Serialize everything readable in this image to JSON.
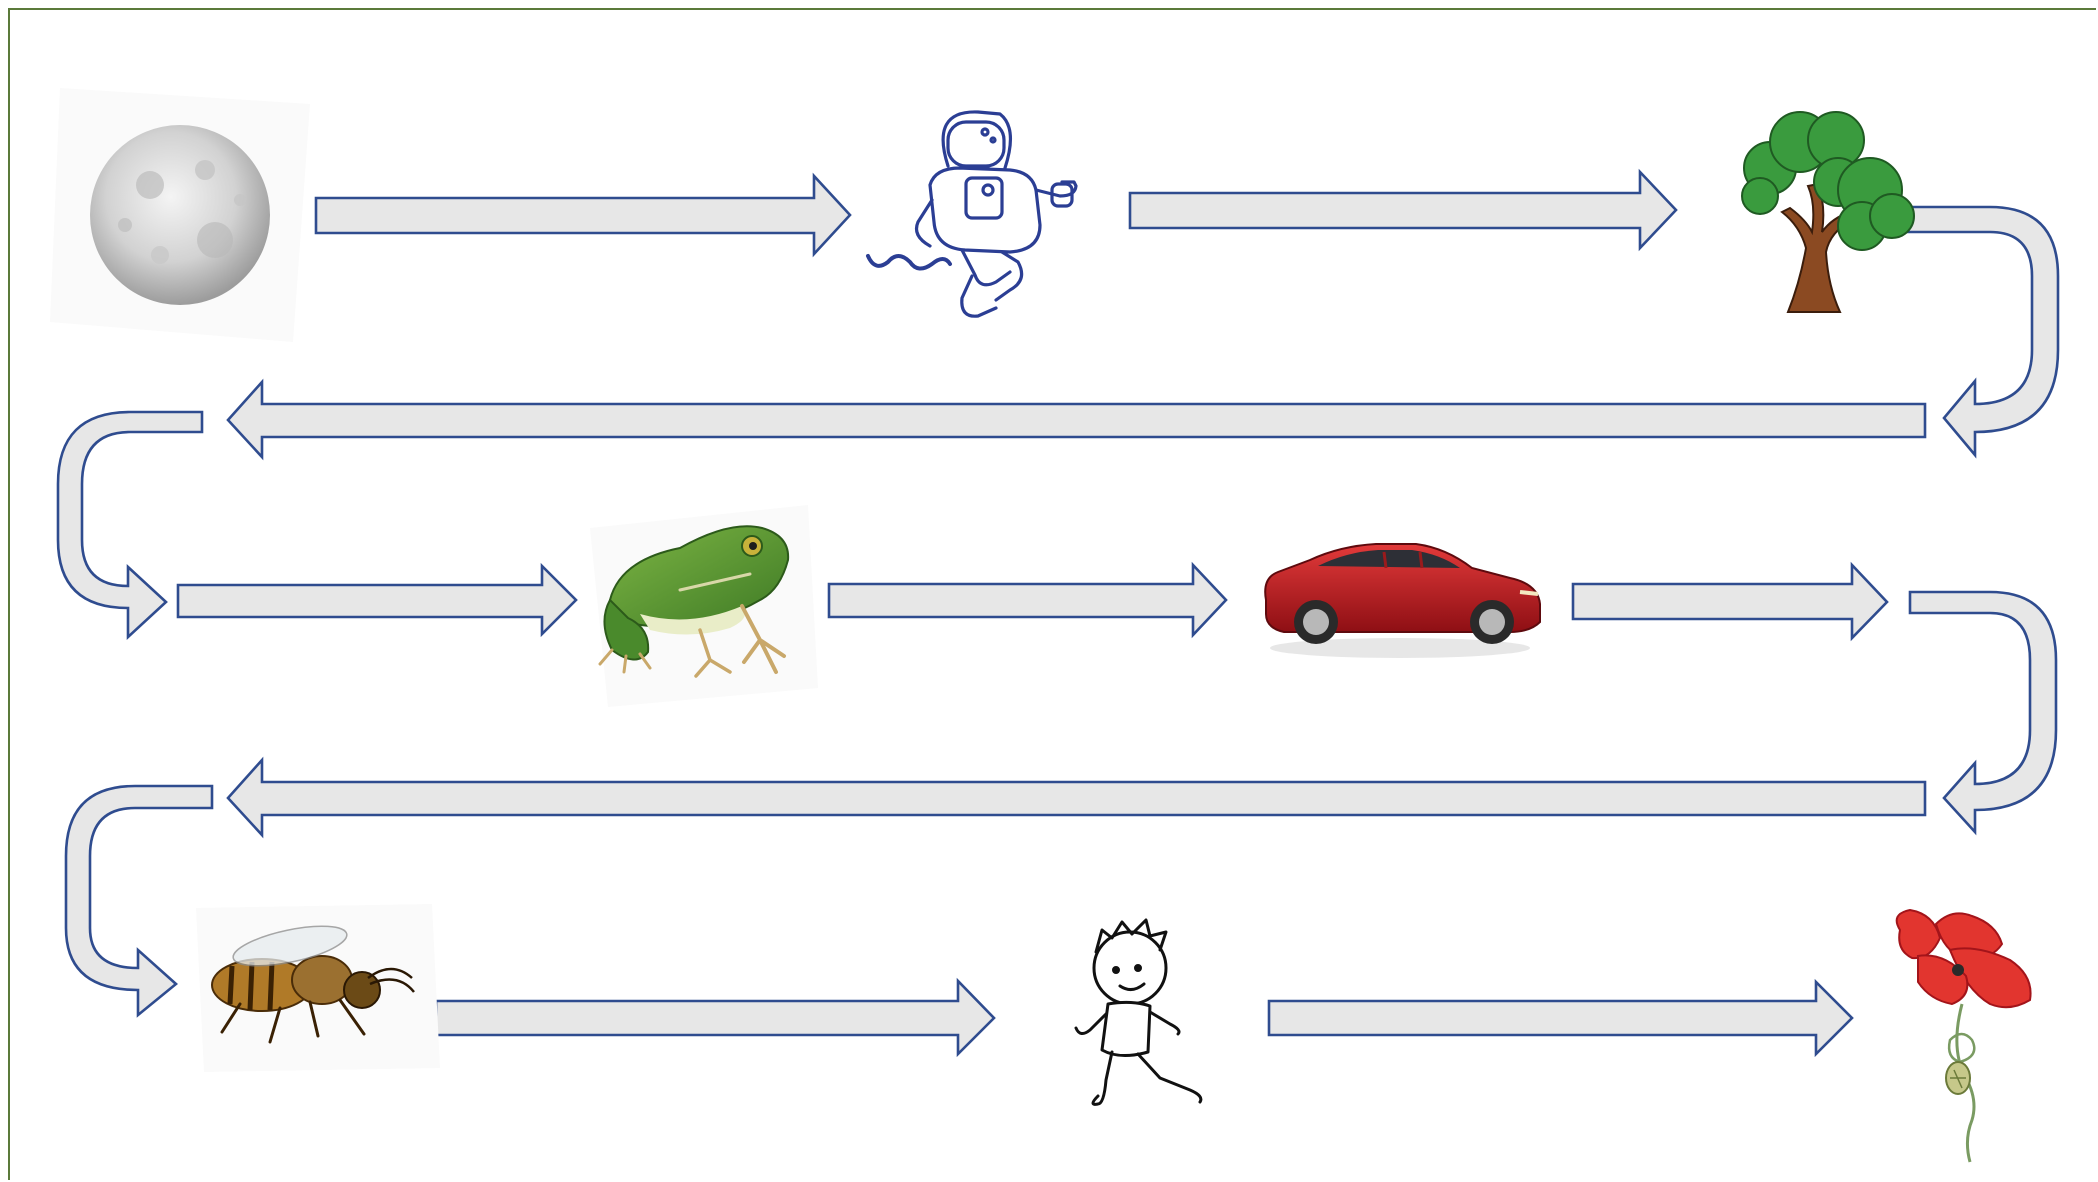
{
  "diagram": {
    "colors": {
      "arrow_fill": "#e7e7e7",
      "arrow_outline": "#2f4c8f",
      "frame": "#5b7a3a"
    },
    "sequence": [
      {
        "id": "moon",
        "icon": "moon-icon"
      },
      {
        "id": "astronaut",
        "icon": "astronaut-icon"
      },
      {
        "id": "tree",
        "icon": "tree-icon"
      },
      {
        "id": "frog",
        "icon": "frog-icon"
      },
      {
        "id": "car",
        "icon": "car-icon"
      },
      {
        "id": "bee",
        "icon": "bee-icon"
      },
      {
        "id": "boy",
        "icon": "walking-boy-icon"
      },
      {
        "id": "poppy",
        "icon": "poppy-flower-icon"
      }
    ]
  }
}
